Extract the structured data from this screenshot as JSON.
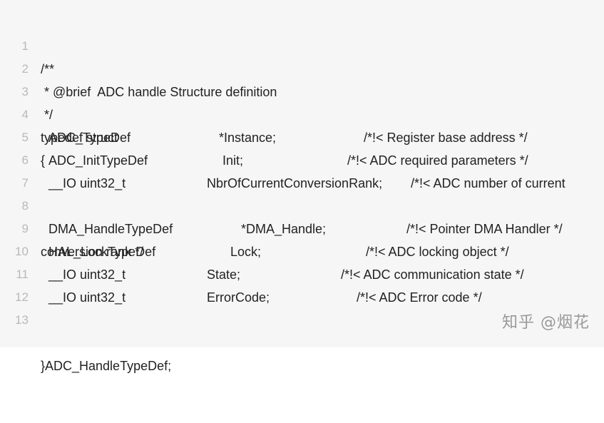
{
  "code": {
    "lines": [
      {
        "num": "1",
        "text": "/**"
      },
      {
        "num": "2",
        "text": " * @brief  ADC handle Structure definition"
      },
      {
        "num": "3",
        "text": " */"
      },
      {
        "num": "4",
        "text": "typedef struct"
      },
      {
        "num": "5",
        "text": "{"
      },
      {
        "num": "6",
        "type": "ADC_TypeDef",
        "name": "*Instance;",
        "comment": "/*!< Register base address */"
      },
      {
        "num": "7",
        "type": "ADC_InitTypeDef",
        "name": "Init;",
        "comment": "/*!< ADC required parameters */"
      },
      {
        "num": "8",
        "type": "__IO uint32_t",
        "name": "NbrOfCurrentConversionRank;",
        "comment": "/*!< ADC number of current"
      },
      {
        "num": "9",
        "text": "conversion rank */"
      },
      {
        "num": "10",
        "type": "DMA_HandleTypeDef",
        "name": "*DMA_Handle;",
        "comment": "/*!< Pointer DMA Handler */"
      },
      {
        "num": "11",
        "type": "HAL_LockTypeDef",
        "name": "Lock;",
        "comment": "/*!< ADC locking object */"
      },
      {
        "num": "12",
        "type": "__IO uint32_t",
        "name": "State;",
        "comment": "/*!< ADC communication state */"
      },
      {
        "num": "13",
        "type": "__IO uint32_t",
        "name": "ErrorCode;",
        "comment": "/*!< ADC Error code */"
      },
      {
        "num": "",
        "text": "}ADC_HandleTypeDef;"
      }
    ]
  },
  "watermark": "知乎 @烟花"
}
